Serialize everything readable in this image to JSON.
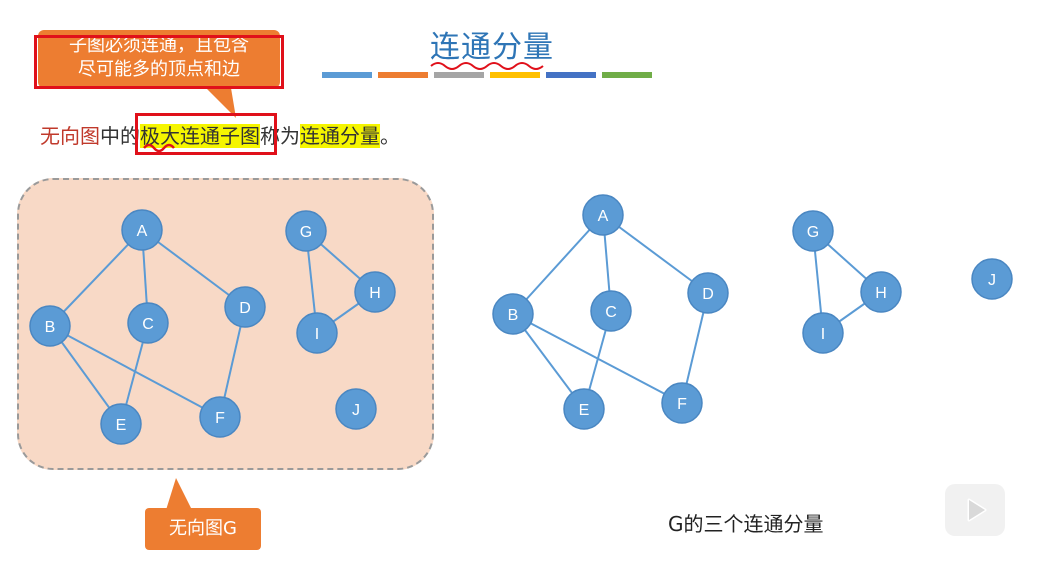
{
  "slide": {
    "title": "连通分量",
    "callout_top": {
      "line1": "子图必须连通，且包含",
      "line2": "尽可能多的顶点和边"
    },
    "definition": {
      "part1": "无向图",
      "part2": "中的",
      "term": "极大连通子图",
      "part3": "称为",
      "concept": "连通分量",
      "end": "。"
    },
    "callout_bottom": "无向图G",
    "caption": "G的三个连通分量",
    "colors": {
      "title": "#2e75b6",
      "node_fill": "#5b9bd5",
      "edge": "#5b9bd5",
      "callout": "#ed7d31",
      "highlight": "#f5f500",
      "panel": "#f8d9c6",
      "bars": [
        "#5b9bd5",
        "#ed7d31",
        "#a5a5a5",
        "#ffc000",
        "#4472c4",
        "#70ad47"
      ]
    }
  },
  "graph_g": {
    "nodes": [
      "A",
      "B",
      "C",
      "D",
      "E",
      "F",
      "G",
      "H",
      "I",
      "J"
    ],
    "edges": [
      [
        "A",
        "B"
      ],
      [
        "A",
        "C"
      ],
      [
        "A",
        "D"
      ],
      [
        "B",
        "E"
      ],
      [
        "B",
        "F"
      ],
      [
        "C",
        "E"
      ],
      [
        "D",
        "F"
      ],
      [
        "G",
        "H"
      ],
      [
        "G",
        "I"
      ],
      [
        "H",
        "I"
      ]
    ]
  },
  "components": [
    {
      "nodes": [
        "A",
        "B",
        "C",
        "D",
        "E",
        "F"
      ]
    },
    {
      "nodes": [
        "G",
        "H",
        "I"
      ]
    },
    {
      "nodes": [
        "J"
      ]
    }
  ],
  "icons": {
    "play": "play-icon"
  }
}
